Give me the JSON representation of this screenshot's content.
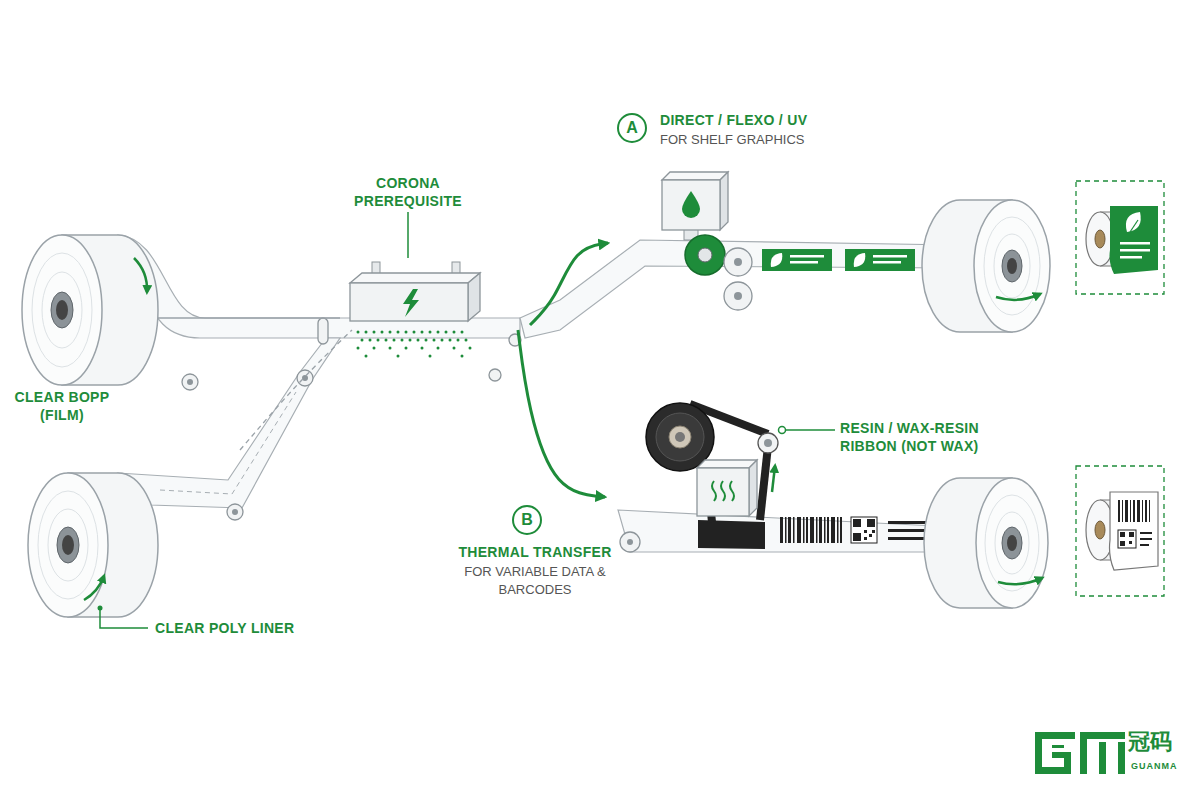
{
  "diagram": {
    "nodes": [
      {
        "text": [
          "CLEAR BOPP (FILM)"
        ]
      },
      {
        "text": [
          "CLEAR POLY LINER"
        ]
      },
      {
        "text": [
          "CORONA PREREQUISITE"
        ]
      },
      {
        "text": [
          "A",
          "DIRECT / FLEXO / UV",
          "FOR SHELF GRAPHICS"
        ]
      },
      {
        "text": [
          "B",
          "THERMAL TRANSFER",
          "FOR VARIABLE DATA & BARCODES"
        ]
      }
    ],
    "edges": [
      {
        "from": 0,
        "to": 2,
        "arrow": "none"
      },
      {
        "from": 1,
        "to": 2,
        "arrow": "none"
      },
      {
        "from": 2,
        "to": 3,
        "arrow": "to"
      },
      {
        "from": 2,
        "to": 4,
        "arrow": "to"
      }
    ],
    "labels": [
      "RESIN / WAX-RESIN RIBBON (NOT WAX)",
      "冠码",
      "GUANMA"
    ]
  }
}
